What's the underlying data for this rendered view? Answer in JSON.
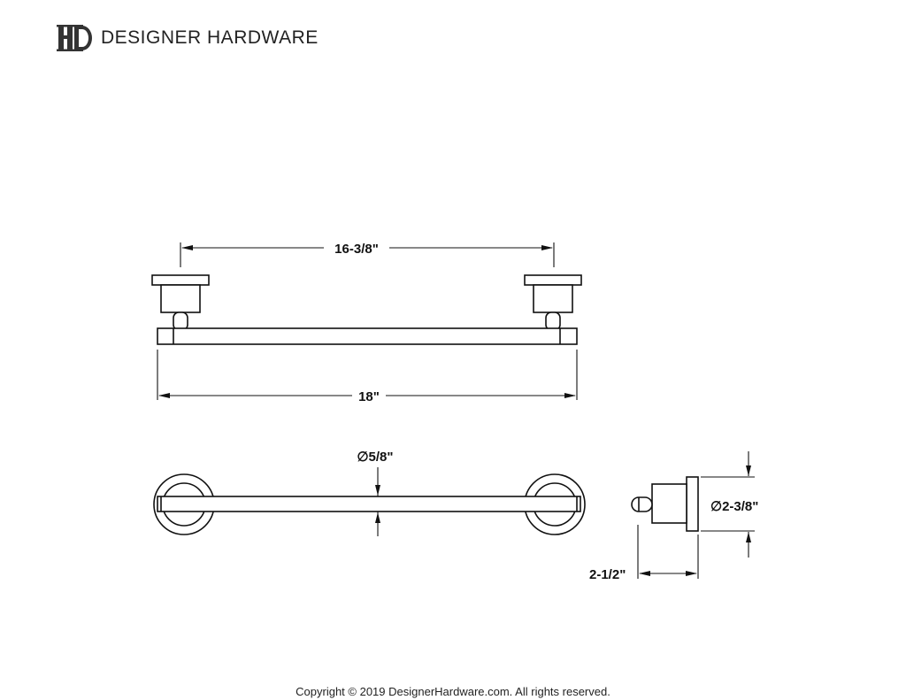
{
  "header": {
    "logo_icon": "dh-monogram-icon",
    "brand_name": "DESIGNER HARDWARE"
  },
  "diagram": {
    "dim_post_spacing": "16-3/8\"",
    "dim_overall_length": "18\"",
    "dim_bar_diameter": "∅5/8\"",
    "dim_flange_diameter": "∅2-3/8\"",
    "dim_projection": "2-1/2\""
  },
  "footer": {
    "copyright": "Copyright © 2019 DesignerHardware.com. All rights reserved."
  }
}
